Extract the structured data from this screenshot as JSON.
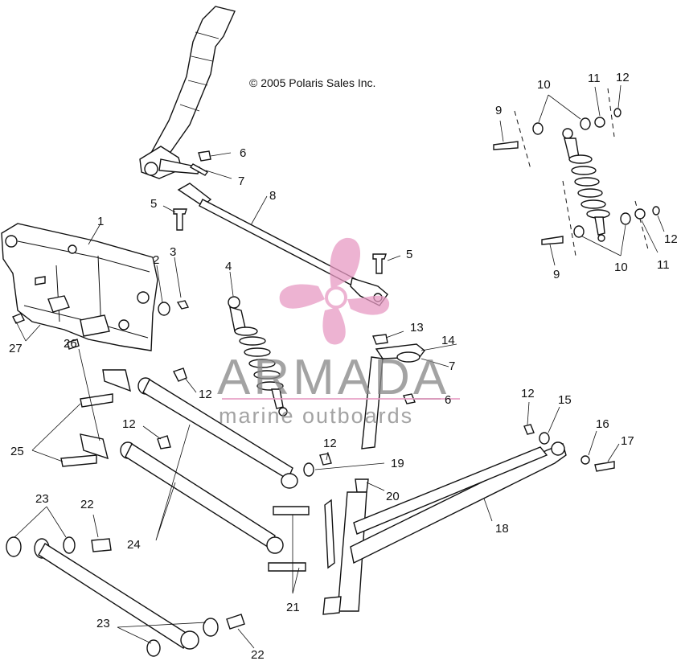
{
  "copyright": "© 2005 Polaris Sales Inc.",
  "watermark": {
    "brand": "ARMADA",
    "tagline": "marine outboards",
    "logo_color": "#e79ac3",
    "text_color": "#8a8a8a"
  },
  "callouts": {
    "c1": "1",
    "c2": "2",
    "c3": "3",
    "c4": "4",
    "c5a": "5",
    "c5b": "5",
    "c6a": "6",
    "c6b": "6",
    "c7a": "7",
    "c7b": "7",
    "c8": "8",
    "c9a": "9",
    "c9b": "9",
    "c10a": "10",
    "c10b": "10",
    "c11a": "11",
    "c11b": "11",
    "c12a": "12",
    "c12b": "12",
    "c12c": "12",
    "c12d": "12",
    "c12e": "12",
    "c12f": "12",
    "c13": "13",
    "c14": "14",
    "c15": "15",
    "c16": "16",
    "c17": "17",
    "c18": "18",
    "c19": "19",
    "c20": "20",
    "c21": "21",
    "c22a": "22",
    "c22b": "22",
    "c23a": "23",
    "c23b": "23",
    "c24": "24",
    "c25": "25",
    "c26": "26",
    "c27": "27"
  }
}
